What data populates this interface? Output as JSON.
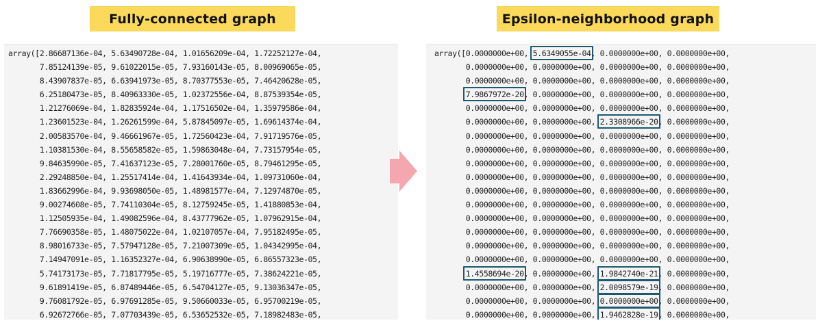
{
  "left": {
    "title": "Fully-connected graph",
    "prefix": "array([",
    "rows": [
      [
        "2.86687136e-04",
        "5.63490728e-04",
        "1.01656209e-04",
        "1.72252127e-04"
      ],
      [
        "7.85124139e-05",
        "9.61022015e-05",
        "7.93160143e-05",
        "8.00969065e-05"
      ],
      [
        "8.43907837e-05",
        "6.63941973e-05",
        "8.70377553e-05",
        "7.46420628e-05"
      ],
      [
        "6.25180473e-05",
        "8.40963330e-05",
        "1.02372556e-04",
        "8.87539354e-05"
      ],
      [
        "1.21276069e-04",
        "1.82835924e-04",
        "1.17516502e-04",
        "1.35979586e-04"
      ],
      [
        "1.23601523e-04",
        "1.26261599e-04",
        "5.87845097e-05",
        "1.69614374e-04"
      ],
      [
        "2.00583570e-04",
        "9.46661967e-05",
        "1.72560423e-04",
        "7.91719576e-05"
      ],
      [
        "1.10381530e-04",
        "8.55658582e-05",
        "1.59863048e-04",
        "7.73157954e-05"
      ],
      [
        "9.84635990e-05",
        "7.41637123e-05",
        "7.28001760e-05",
        "8.79461295e-05"
      ],
      [
        "2.29248850e-04",
        "1.25517414e-04",
        "1.41643934e-04",
        "1.09731060e-04"
      ],
      [
        "1.83662996e-04",
        "9.93698050e-05",
        "1.48981577e-04",
        "7.12974870e-05"
      ],
      [
        "9.00274608e-05",
        "7.74110304e-05",
        "8.12759245e-05",
        "1.41880853e-04"
      ],
      [
        "1.12505935e-04",
        "1.49082596e-04",
        "8.43777962e-05",
        "1.07962915e-04"
      ],
      [
        "7.76690358e-05",
        "1.48075022e-04",
        "1.02107057e-04",
        "7.95182495e-05"
      ],
      [
        "8.98016733e-05",
        "7.57947128e-05",
        "7.21007309e-05",
        "1.04342995e-04"
      ],
      [
        "7.14947091e-05",
        "1.16352327e-04",
        "6.90638990e-05",
        "6.86557323e-05"
      ],
      [
        "5.74173173e-05",
        "7.71817795e-05",
        "5.19716777e-05",
        "7.38624221e-05"
      ],
      [
        "9.61891419e-05",
        "6.87489446e-05",
        "6.54704127e-05",
        "9.13036347e-05"
      ],
      [
        "9.76081792e-05",
        "6.97691285e-05",
        "9.50660033e-05",
        "6.95700219e-05"
      ],
      [
        "6.92672766e-05",
        "7.07703439e-05",
        "6.53652532e-05",
        "7.18982483e-05"
      ]
    ]
  },
  "right": {
    "title": "Epsilon-neighborhood graph",
    "prefix": "array([",
    "rows": [
      [
        "0.0000000e+00",
        "5.6349055e-04",
        "0.0000000e+00",
        "0.0000000e+00"
      ],
      [
        "0.0000000e+00",
        "0.0000000e+00",
        "0.0000000e+00",
        "0.0000000e+00"
      ],
      [
        "0.0000000e+00",
        "0.0000000e+00",
        "0.0000000e+00",
        "0.0000000e+00"
      ],
      [
        "7.9867972e-20",
        "0.0000000e+00",
        "0.0000000e+00",
        "0.0000000e+00"
      ],
      [
        "0.0000000e+00",
        "0.0000000e+00",
        "0.0000000e+00",
        "0.0000000e+00"
      ],
      [
        "0.0000000e+00",
        "0.0000000e+00",
        "2.3308966e-20",
        "0.0000000e+00"
      ],
      [
        "0.0000000e+00",
        "0.0000000e+00",
        "0.0000000e+00",
        "0.0000000e+00"
      ],
      [
        "0.0000000e+00",
        "0.0000000e+00",
        "0.0000000e+00",
        "0.0000000e+00"
      ],
      [
        "0.0000000e+00",
        "0.0000000e+00",
        "0.0000000e+00",
        "0.0000000e+00"
      ],
      [
        "0.0000000e+00",
        "0.0000000e+00",
        "0.0000000e+00",
        "0.0000000e+00"
      ],
      [
        "0.0000000e+00",
        "0.0000000e+00",
        "0.0000000e+00",
        "0.0000000e+00"
      ],
      [
        "0.0000000e+00",
        "0.0000000e+00",
        "0.0000000e+00",
        "0.0000000e+00"
      ],
      [
        "0.0000000e+00",
        "0.0000000e+00",
        "0.0000000e+00",
        "0.0000000e+00"
      ],
      [
        "0.0000000e+00",
        "0.0000000e+00",
        "0.0000000e+00",
        "0.0000000e+00"
      ],
      [
        "0.0000000e+00",
        "0.0000000e+00",
        "0.0000000e+00",
        "0.0000000e+00"
      ],
      [
        "0.0000000e+00",
        "0.0000000e+00",
        "0.0000000e+00",
        "0.0000000e+00"
      ],
      [
        "1.4558694e-20",
        "0.0000000e+00",
        "1.9842740e-21",
        "0.0000000e+00"
      ],
      [
        "0.0000000e+00",
        "0.0000000e+00",
        "2.0098579e-19",
        "0.0000000e+00"
      ],
      [
        "0.0000000e+00",
        "0.0000000e+00",
        "0.0000000e+00",
        "0.0000000e+00"
      ],
      [
        "0.0000000e+00",
        "0.0000000e+00",
        "1.9462828e-19",
        "0.0000000e+00"
      ]
    ],
    "highlighted_cells": [
      [
        0,
        1
      ],
      [
        3,
        0
      ],
      [
        5,
        2
      ],
      [
        16,
        0
      ],
      [
        16,
        2
      ],
      [
        17,
        2
      ],
      [
        18,
        2
      ],
      [
        19,
        2
      ]
    ]
  },
  "colors": {
    "title_badge": "#fbd95a",
    "panel_bg": "#f4f4f4",
    "highlight_border": "#1d5870",
    "arrow": "#f4a7ae"
  },
  "icons": {
    "transition": "right-arrow-icon"
  }
}
